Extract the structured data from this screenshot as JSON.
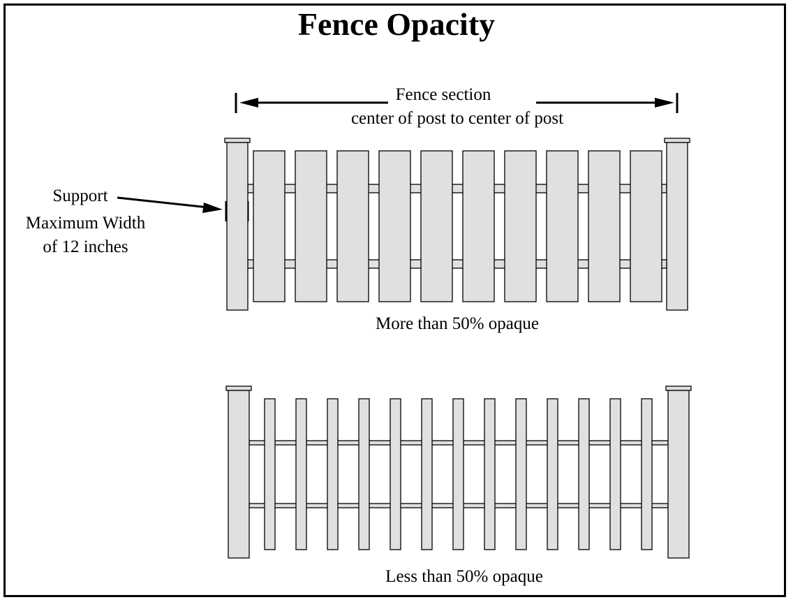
{
  "title": "Fence Opacity",
  "dimension_label": {
    "line1": "Fence section",
    "line2": "center of post to center of post"
  },
  "support_label": {
    "line1": "Support",
    "line2": "Maximum Width",
    "line3": "of 12 inches"
  },
  "fences": [
    {
      "name": "solid-fence",
      "caption": "More than 50% opaque",
      "picket_count": 10,
      "rail_count": 2
    },
    {
      "name": "open-fence",
      "caption": "Less than 50% opaque",
      "picket_count": 13,
      "rail_count": 2
    }
  ],
  "colors": {
    "fill": "#e0e0e0",
    "stroke": "#000000"
  }
}
